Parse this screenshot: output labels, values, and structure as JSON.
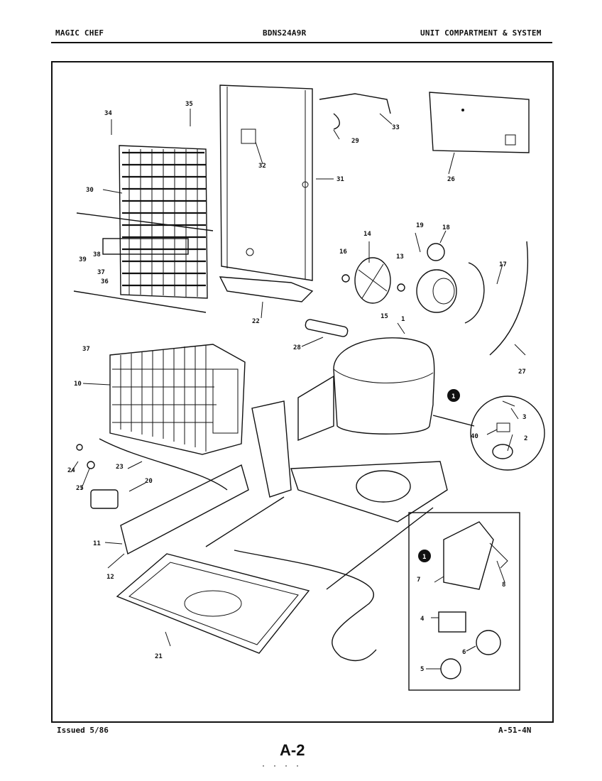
{
  "header": {
    "brand": "MAGIC CHEF",
    "model": "BDNS24A9R",
    "section": "UNIT COMPARTMENT & SYSTEM"
  },
  "footer": {
    "issued": "Issued 5/86",
    "code": "A-51-4N",
    "page": "A-2"
  },
  "callouts": {
    "inset_marker": "1",
    "n1": "1",
    "n2": "2",
    "n3": "3",
    "n4": "4",
    "n5": "5",
    "n6": "6",
    "n7": "7",
    "n8": "8",
    "n10": "10",
    "n11": "11",
    "n12": "12",
    "n13": "13",
    "n14": "14",
    "n15": "15",
    "n16": "16",
    "n17": "17",
    "n18": "18",
    "n19": "19",
    "n20": "20",
    "n21": "21",
    "n22": "22",
    "n23": "23",
    "n24": "24",
    "n25": "25",
    "n26": "26",
    "n27": "27",
    "n28": "28",
    "n29": "29",
    "n30": "30",
    "n31": "31",
    "n32": "32",
    "n33": "33",
    "n34": "34",
    "n35": "35",
    "n36": "36",
    "n37a": "37",
    "n37b": "37",
    "n38": "38",
    "n39": "39",
    "n40": "40"
  }
}
